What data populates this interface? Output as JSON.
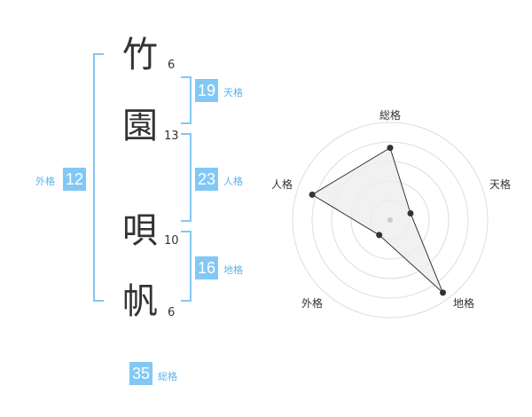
{
  "name": {
    "characters": [
      {
        "char": "竹",
        "strokes": "6"
      },
      {
        "char": "園",
        "strokes": "13"
      },
      {
        "char": "唄",
        "strokes": "10"
      },
      {
        "char": "帆",
        "strokes": "6"
      }
    ]
  },
  "fortunes": {
    "ten": {
      "value": "19",
      "label": "天格"
    },
    "jin": {
      "value": "23",
      "label": "人格"
    },
    "chi": {
      "value": "16",
      "label": "地格"
    },
    "gai": {
      "value": "12",
      "label": "外格"
    },
    "sou": {
      "value": "35",
      "label": "総格"
    }
  },
  "colors": {
    "accent": "#82c8f5",
    "accent_text": "#5ab4ea",
    "text": "#333333",
    "grid": "#dddddd",
    "polygon_fill": "#eeeeee"
  },
  "chart_data": {
    "type": "radar",
    "axes": [
      "総格",
      "天格",
      "地格",
      "外格",
      "人格"
    ],
    "values": [
      0.74,
      0.22,
      0.92,
      0.19,
      0.84
    ],
    "range": [
      0,
      1
    ],
    "rings": 5
  }
}
